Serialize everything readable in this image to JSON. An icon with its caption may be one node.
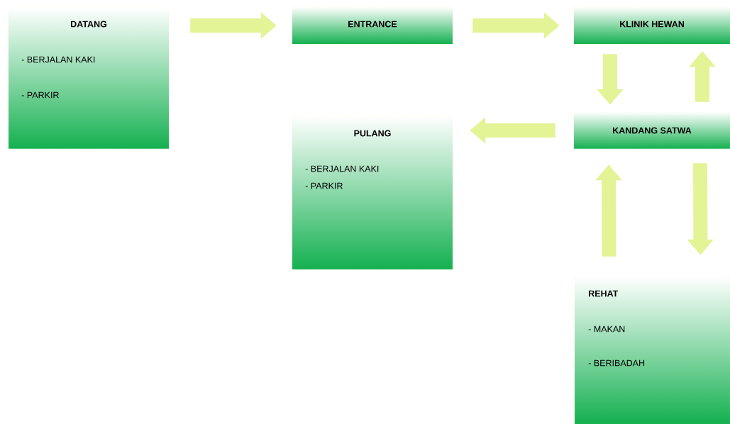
{
  "diagram": {
    "nodes": [
      {
        "text": [
          "DATANG",
          "- BERJALAN KAKI",
          "- PARKIR"
        ]
      },
      {
        "text": [
          "ENTRANCE"
        ]
      },
      {
        "text": [
          "KLINIK HEWAN"
        ]
      },
      {
        "text": [
          "KANDANG SATWA"
        ]
      },
      {
        "text": [
          "PULANG",
          "- BERJALAN KAKI",
          "- PARKIR"
        ]
      },
      {
        "text": [
          "REHAT",
          "- MAKAN",
          "- BERIBADAH"
        ]
      }
    ],
    "edges": [
      {
        "from": 0,
        "to": 1,
        "arrow": "to"
      },
      {
        "from": 1,
        "to": 2,
        "arrow": "to"
      },
      {
        "from": 2,
        "to": 3,
        "arrow": "to"
      },
      {
        "from": 3,
        "to": 2,
        "arrow": "to"
      },
      {
        "from": 3,
        "to": 4,
        "arrow": "to"
      },
      {
        "from": 5,
        "to": 3,
        "arrow": "to"
      },
      {
        "from": 3,
        "to": 5,
        "arrow": "to"
      }
    ]
  }
}
